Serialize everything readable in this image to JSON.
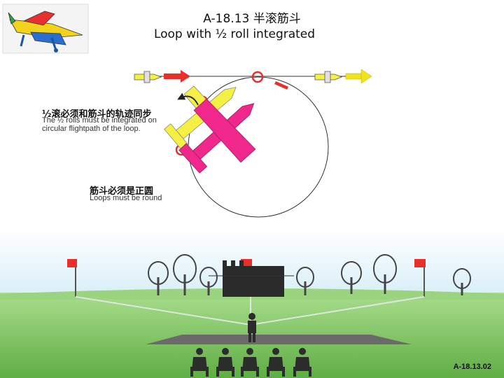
{
  "title": {
    "chinese": "A-18.13 半滚筋斗",
    "english": "Loop with ½ roll integrated"
  },
  "notes": {
    "roll": {
      "chinese": "½滚必须和筋斗的轨迹同步",
      "english_line1": "The ½ rolls must be integrated on",
      "english_line2": "circular flightpath of the loop."
    },
    "loop": {
      "chinese": "筋斗必须是正圆",
      "english": "Loops must be round"
    }
  },
  "figure_code": "A-18.13.02",
  "colors": {
    "arrow_red": "#e8302a",
    "arrow_yellow": "#f2e21a",
    "plane_magenta": "#f0288c",
    "plane_yellow": "#f4f044",
    "sky_top": "#c9e8f4",
    "grass": "#8ccc6a"
  },
  "icons": [
    "aerobatic-plane-logo-icon",
    "small-plane-icon",
    "judge-flag-icon",
    "tree-icon",
    "castle-icon",
    "pilot-icon",
    "judge-icon"
  ]
}
